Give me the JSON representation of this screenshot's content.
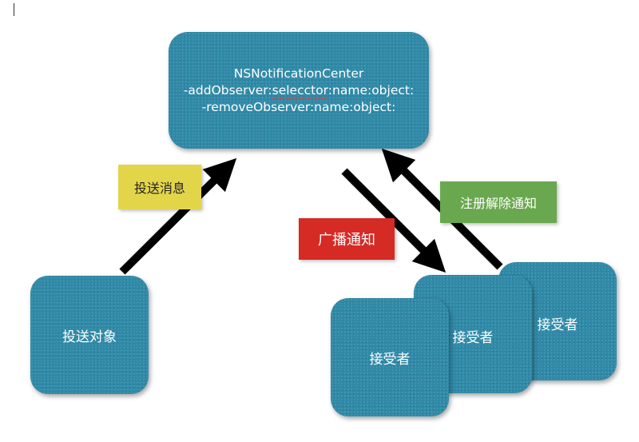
{
  "center": {
    "line1": "NSNotificationCenter",
    "line2_prefix": "-addObserver:",
    "line2_squiggle": "selecctor",
    "line2_suffix": ":name:object:",
    "line3": "-removeObserver:name:object:"
  },
  "sender": {
    "label": "投送对象"
  },
  "receivers": [
    {
      "label": "接受者"
    },
    {
      "label": "接受者"
    },
    {
      "label": "接受者"
    }
  ],
  "notes": {
    "post_message": "投送消息",
    "broadcast": "广播通知",
    "register_unregister": "注册解除通知"
  },
  "colors": {
    "box": "#2f8aa8",
    "note_yellow": "#e3d54a",
    "note_red": "#d62a25",
    "note_green": "#6aa84f",
    "arrow": "#000000"
  }
}
